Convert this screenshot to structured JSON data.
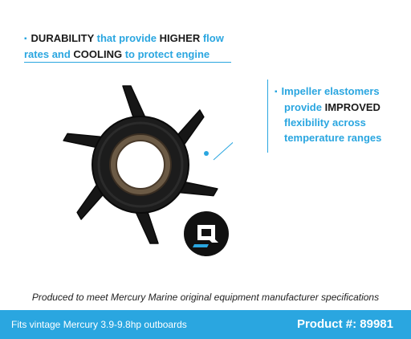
{
  "colors": {
    "accent": "#2aa6e0",
    "highlight_text": "#1a1a1a",
    "product": "#151515",
    "hub": "#6b5a45"
  },
  "feature_top": {
    "bullet": "▪",
    "segments": [
      {
        "text": "DURABILITY",
        "highlight": true
      },
      {
        "text": " that provide ",
        "highlight": false
      },
      {
        "text": "HIGHER",
        "highlight": true
      },
      {
        "text": " flow rates and ",
        "highlight": false
      },
      {
        "text": "COOLING",
        "highlight": true
      },
      {
        "text": " to protect engine",
        "highlight": false
      }
    ]
  },
  "feature_right": {
    "bullet": "▪",
    "line1": "Impeller elastomers",
    "line2_pre": "provide ",
    "line2_hl": "IMPROVED",
    "line3": "flexibility across",
    "line4": "temperature ranges"
  },
  "icons": {
    "product": "impeller-image",
    "brand": "q-logo-icon"
  },
  "spec_text": "Produced to meet Mercury Marine original equipment manufacturer specifications",
  "footer": {
    "fits": "Fits vintage Mercury 3.9-9.8hp outboards",
    "product_number": "Product #: 89981"
  }
}
